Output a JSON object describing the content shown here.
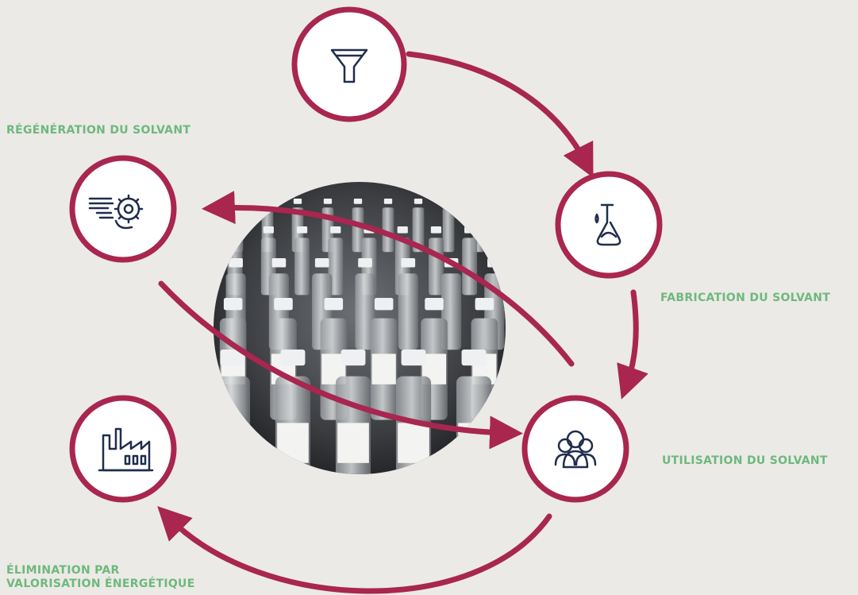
{
  "diagram": {
    "labels": {
      "regeneration": "RÉGÉNÉRATION DU SOLVANT",
      "fabrication": "FABRICATION DU SOLVANT",
      "utilisation": "UTILISATION DU SOLVANT",
      "elimination_line1": "ÉLIMINATION PAR",
      "elimination_line2": "VALORISATION ÉNERGÉTIQUE"
    },
    "nodes": [
      {
        "id": "filtration",
        "icon": "funnel-icon"
      },
      {
        "id": "fabrication",
        "icon": "flask-icon"
      },
      {
        "id": "utilisation",
        "icon": "people-icon"
      },
      {
        "id": "elimination",
        "icon": "factory-icon"
      },
      {
        "id": "regeneration",
        "icon": "recycling-gear-icon"
      }
    ],
    "center_image": "solvent-bottles-photo",
    "colors": {
      "arrow": "#a8264f",
      "node_border": "#a8264f",
      "icon": "#1f2d4d",
      "label": "#6fb87c",
      "background": "#ebeae7"
    }
  }
}
